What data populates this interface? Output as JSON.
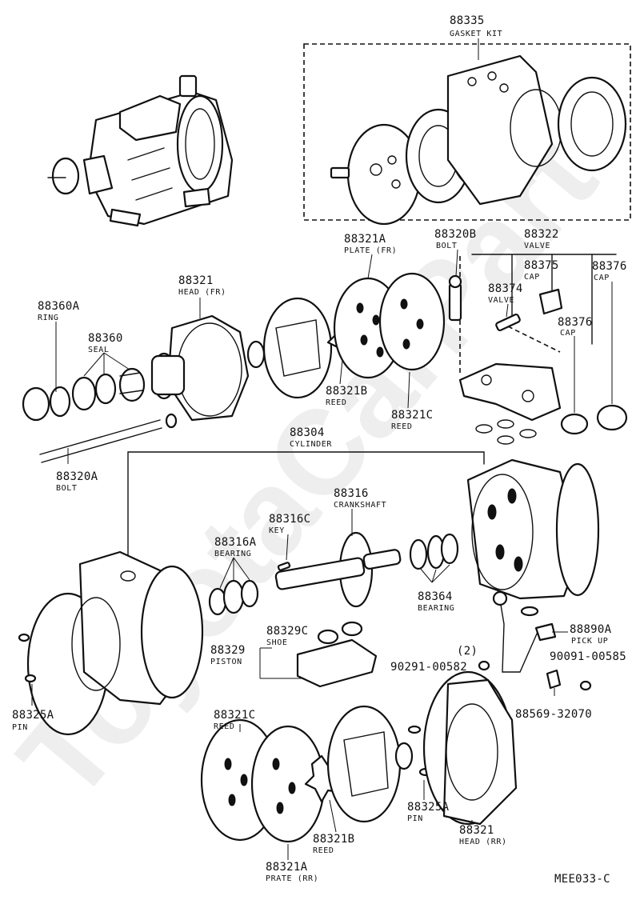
{
  "watermark": "ToyotaCarPart",
  "diagram_code": "MEE033-C",
  "callouts": [
    {
      "id": "c88335",
      "number": "88335",
      "name": "GASKET KIT"
    },
    {
      "id": "c88322",
      "number": "88322",
      "name": "VALVE"
    },
    {
      "id": "c88375",
      "number": "88375",
      "name": "CAP"
    },
    {
      "id": "c88376a",
      "number": "88376",
      "name": "CAP"
    },
    {
      "id": "c88374",
      "number": "88374",
      "name": "VALVE"
    },
    {
      "id": "c88376b",
      "number": "88376",
      "name": "CAP"
    },
    {
      "id": "c88320B",
      "number": "88320B",
      "name": "BOLT"
    },
    {
      "id": "c88321A1",
      "number": "88321A",
      "name": "PLATE (FR)"
    },
    {
      "id": "c88321h1",
      "number": "88321",
      "name": "HEAD (FR)"
    },
    {
      "id": "c88360A",
      "number": "88360A",
      "name": "RING"
    },
    {
      "id": "c88360",
      "number": "88360",
      "name": "SEAL"
    },
    {
      "id": "c88321B1",
      "number": "88321B",
      "name": "REED"
    },
    {
      "id": "c88321C1",
      "number": "88321C",
      "name": "REED"
    },
    {
      "id": "c88304",
      "number": "88304",
      "name": "CYLINDER"
    },
    {
      "id": "c88320A",
      "number": "88320A",
      "name": "BOLT"
    },
    {
      "id": "c88316",
      "number": "88316",
      "name": "CRANKSHAFT"
    },
    {
      "id": "c88316C",
      "number": "88316C",
      "name": "KEY"
    },
    {
      "id": "c88316A",
      "number": "88316A",
      "name": "BEARING"
    },
    {
      "id": "c88364",
      "number": "88364",
      "name": "BEARING"
    },
    {
      "id": "c88329C",
      "number": "88329C",
      "name": "SHOE"
    },
    {
      "id": "c88329",
      "number": "88329",
      "name": "PISTON"
    },
    {
      "id": "c88890A",
      "number": "88890A",
      "name": "PICK UP"
    },
    {
      "id": "c90291",
      "number": "90291-00582",
      "name": "",
      "qty": "(2)"
    },
    {
      "id": "c90091",
      "number": "90091-00585",
      "name": ""
    },
    {
      "id": "c88569",
      "number": "88569-32070",
      "name": ""
    },
    {
      "id": "c88325A1",
      "number": "88325A",
      "name": "PIN"
    },
    {
      "id": "c88321C2",
      "number": "88321C",
      "name": "REED"
    },
    {
      "id": "c88325A2",
      "number": "88325A",
      "name": "PIN"
    },
    {
      "id": "c88321B2",
      "number": "88321B",
      "name": "REED"
    },
    {
      "id": "c88321h2",
      "number": "88321",
      "name": "HEAD (RR)"
    },
    {
      "id": "c88321A2",
      "number": "88321A",
      "name": "PRATE (RR)"
    }
  ]
}
